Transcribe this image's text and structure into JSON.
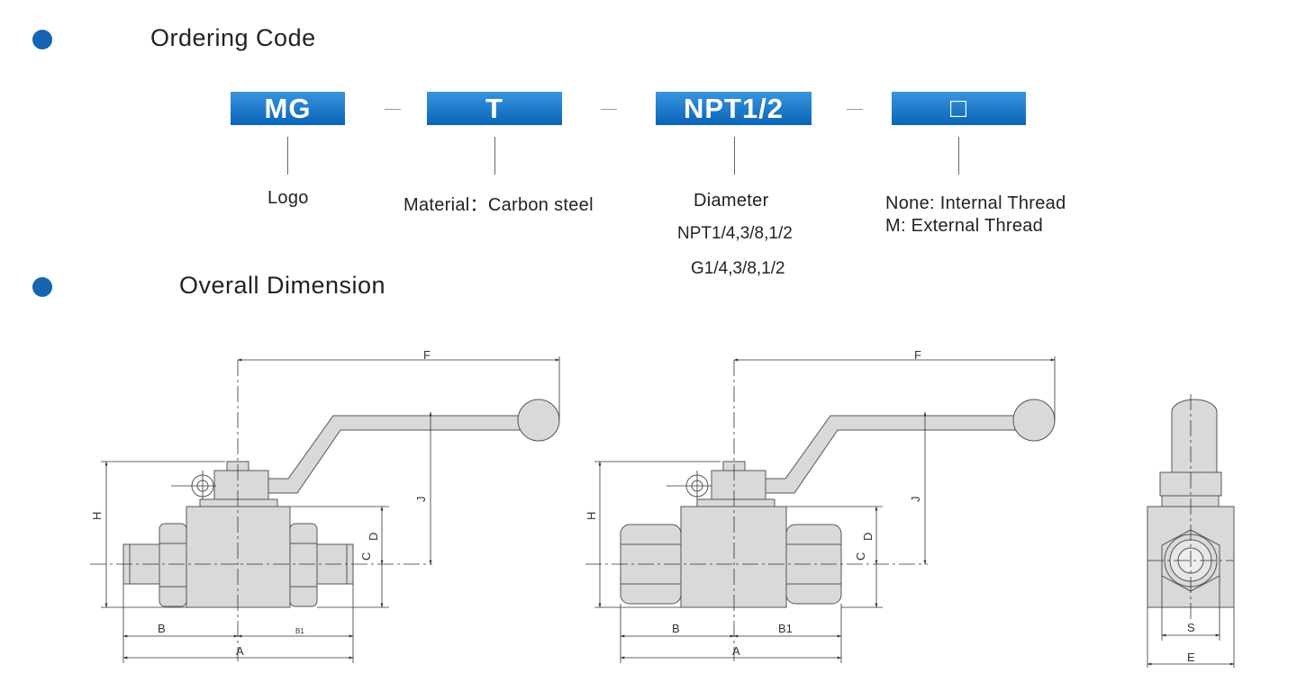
{
  "sections": {
    "ordering_title": "Ordering Code",
    "dimension_title": "Overall Dimension"
  },
  "code": {
    "boxes": [
      "MG",
      "T",
      "NPT1/2",
      "□"
    ],
    "logo_label": "Logo",
    "material_label": "Material：Carbon steel",
    "diameter_label": "Diameter",
    "diameter_npt": "NPT1/4,3/8,1/2",
    "diameter_g": "G1/4,3/8,1/2",
    "thread_none": "None: Internal Thread",
    "thread_m": "M: External Thread"
  },
  "dims": {
    "F": "F",
    "J": "J",
    "H": "H",
    "D": "D",
    "C": "C",
    "A": "A",
    "B": "B",
    "B1": "B1",
    "S": "S",
    "E": "E"
  },
  "colors": {
    "accent": "#1565b3",
    "box_top": "#3a95de",
    "box_bottom": "#0a63b8",
    "metal": "#d9d9d9"
  }
}
